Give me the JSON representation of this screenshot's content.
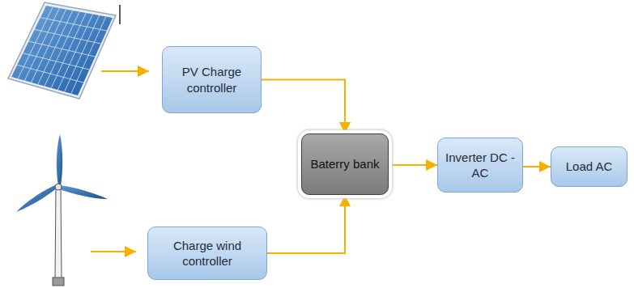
{
  "diagram": {
    "nodes": [
      {
        "text": [
          "PV Charge controller"
        ]
      },
      {
        "text": [
          "Baterry bank"
        ]
      },
      {
        "text": [
          "Inverter DC - AC"
        ]
      },
      {
        "text": [
          "Load AC"
        ]
      },
      {
        "text": [
          "Charge wind controller"
        ]
      }
    ],
    "edges": [
      {
        "from": 0,
        "to": 1,
        "arrow": "to"
      },
      {
        "from": 4,
        "to": 1,
        "arrow": "to"
      },
      {
        "from": 1,
        "to": 2,
        "arrow": "to"
      },
      {
        "from": 2,
        "to": 3,
        "arrow": "to"
      }
    ]
  }
}
